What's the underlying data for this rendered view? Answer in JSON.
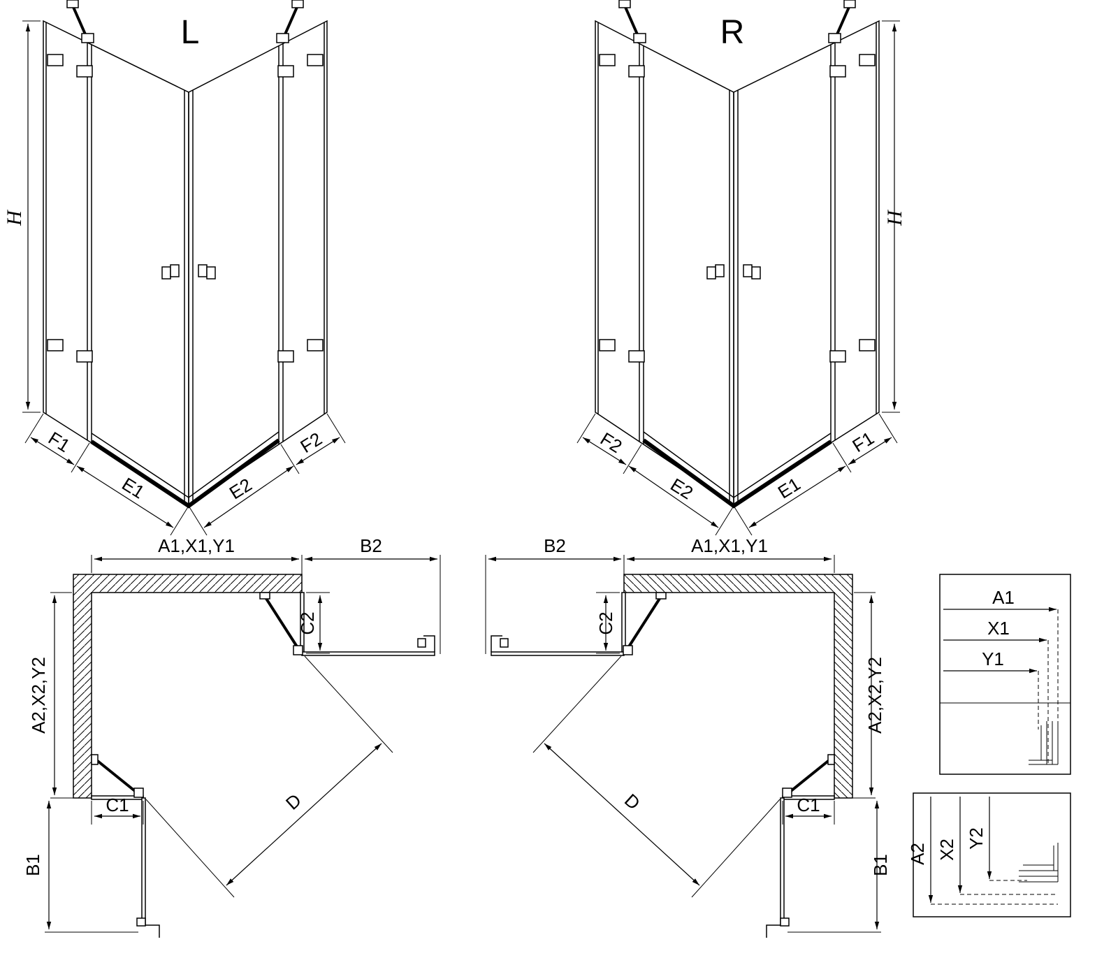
{
  "elevation_left": {
    "variant": "L",
    "height": "H",
    "bottom": [
      "F1",
      "E1",
      "E2",
      "F2"
    ]
  },
  "elevation_right": {
    "variant": "R",
    "height": "H",
    "bottom": [
      "F2",
      "E2",
      "E1",
      "F1"
    ]
  },
  "plan_left": {
    "width_top": "A1,X1,Y1",
    "door_side": "B2",
    "fixed_side": "C2",
    "depth_side": "A2,X2,Y2",
    "fixed_bottom": "C1",
    "door_bottom": "B1",
    "diagonal": "D"
  },
  "plan_right": {
    "width_top": "A1,X1,Y1",
    "door_side": "B2",
    "fixed_side": "C2",
    "depth_side": "A2,X2,Y2",
    "fixed_bottom": "C1",
    "door_bottom": "B1",
    "diagonal": "D"
  },
  "detail_top": {
    "labels": [
      "A1",
      "X1",
      "Y1"
    ]
  },
  "detail_bottom": {
    "labels": [
      "A2",
      "X2",
      "Y2"
    ]
  }
}
